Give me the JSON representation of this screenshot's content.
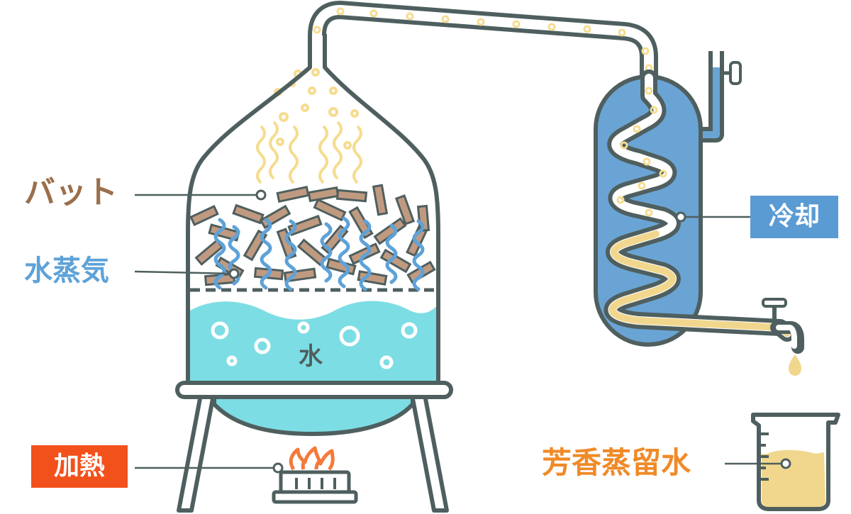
{
  "labels": {
    "bat": "バット",
    "steam": "水蒸気",
    "water": "水",
    "cooling": "冷却",
    "heating": "加熱",
    "product": "芳香蒸留水"
  },
  "colors": {
    "outline": "#4f5f5f",
    "water": "#7ddde4",
    "steam": "#5ea2d8",
    "wood": "#c09a80",
    "vapor": "#f6dc8f",
    "condenser": "#6aa4d4",
    "bat_label": "#9b6f4b",
    "steam_label": "#5ea2d8",
    "heat_badge": "#f2511c",
    "flame": "#f47a3a",
    "product_label": "#f08a28",
    "cool_badge": "#5b9bd3",
    "liquid": "#f1d78e"
  },
  "icons": {
    "still": "distillation-flask-icon",
    "burner": "gas-burner-icon",
    "condenser": "coil-condenser-icon",
    "beaker": "beaker-icon"
  }
}
